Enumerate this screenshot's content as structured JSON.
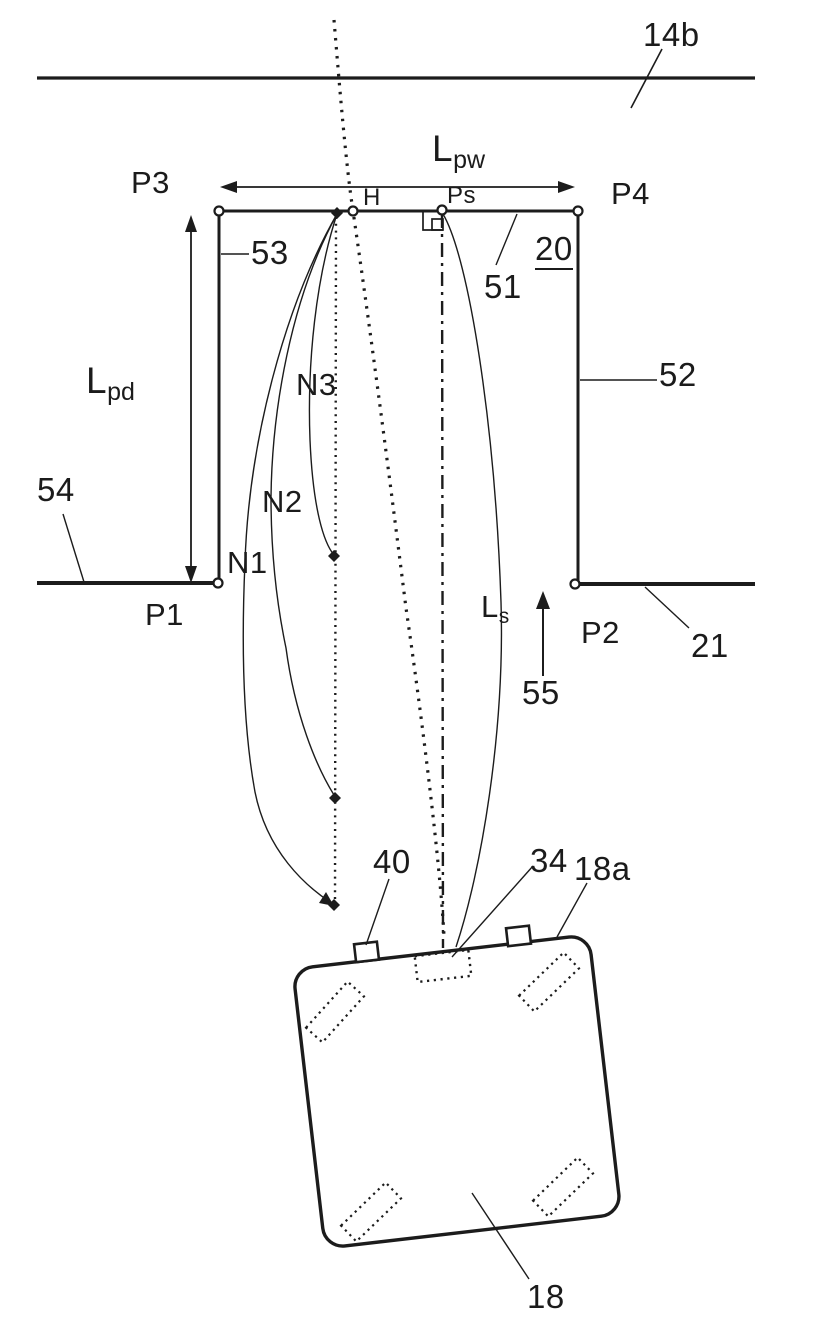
{
  "diagram": {
    "road_boundary_label": "14b",
    "parking_space_label": "20",
    "edge_labels": {
      "top_edge": "51",
      "right_edge": "52",
      "left_edge": "53",
      "left_curb": "54",
      "right_curb": "21"
    },
    "direction_label": "55",
    "vehicle": {
      "body_label": "18",
      "front_label": "18a",
      "sensor_left_label": "40",
      "sensor_center_label": "34"
    },
    "corners": {
      "p1": "P1",
      "p2": "P2",
      "p3": "P3",
      "p4": "P4"
    },
    "nodes": {
      "n1": "N1",
      "n2": "N2",
      "n3": "N3",
      "handover": "H",
      "start": "Ps"
    },
    "dimensions": {
      "width": {
        "base": "L",
        "sub": "pw"
      },
      "depth": {
        "base": "L",
        "sub": "pd"
      },
      "axis": {
        "base": "L",
        "sub": "s"
      }
    },
    "colors": {
      "ink": "#1c1c1c",
      "background": "#ffffff"
    }
  }
}
